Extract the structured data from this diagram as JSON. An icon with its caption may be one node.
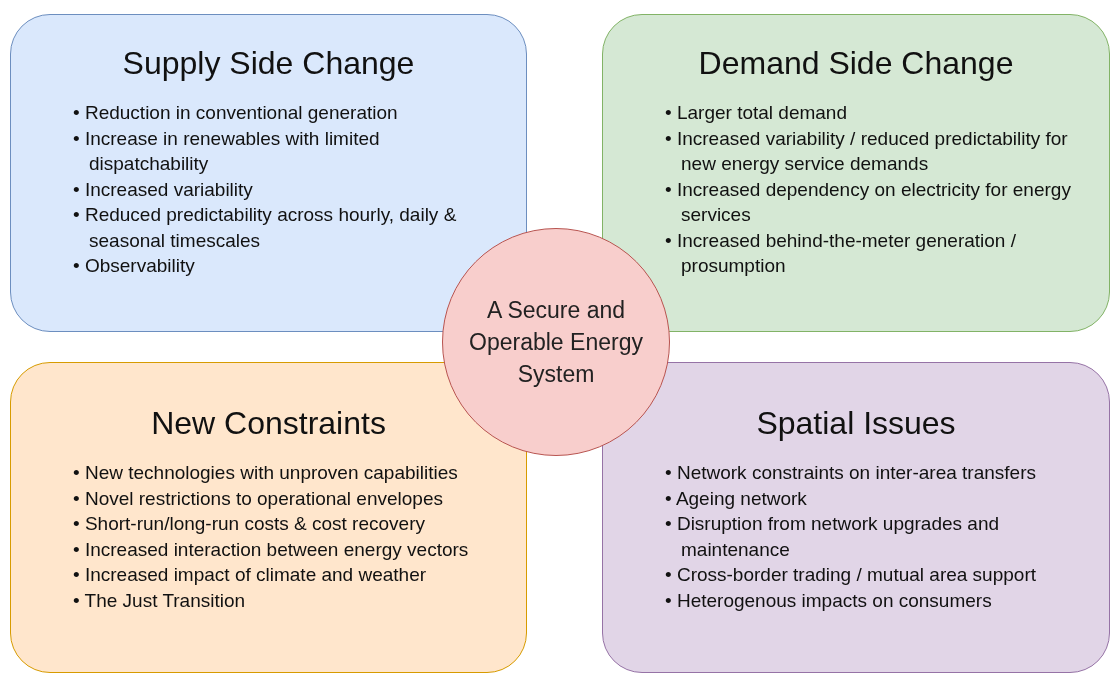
{
  "diagram": {
    "nodes": [
      {
        "text": [
          "Supply Side Change",
          "• Reduction in conventional generation",
          "• Increase in renewables with limited dispatchability",
          "• Increased variability",
          "• Reduced predictability across hourly, daily & seasonal timescales",
          "• Observability"
        ]
      },
      {
        "text": [
          "Demand Side Change",
          "• Larger total demand",
          "• Increased variability / reduced predictability for new energy service demands",
          "• Increased dependency on electricity for energy services",
          "• Increased behind-the-meter generation / prosumption"
        ]
      },
      {
        "text": [
          "A Secure and Operable Energy System"
        ]
      },
      {
        "text": [
          "New Constraints",
          "• New technologies with unproven capabilities",
          "• Novel restrictions to operational envelopes",
          "• Short-run/long-run costs & cost recovery",
          "• Increased interaction between energy vectors",
          "• Increased impact of climate and weather",
          "• The Just Transition"
        ]
      },
      {
        "text": [
          "Spatial Issues",
          "• Network constraints on inter-area transfers",
          "• Ageing network",
          "• Disruption from network upgrades and maintenance",
          "• Cross-border trading / mutual area support",
          "• Heterogenous impacts on consumers"
        ]
      }
    ],
    "edges": []
  }
}
